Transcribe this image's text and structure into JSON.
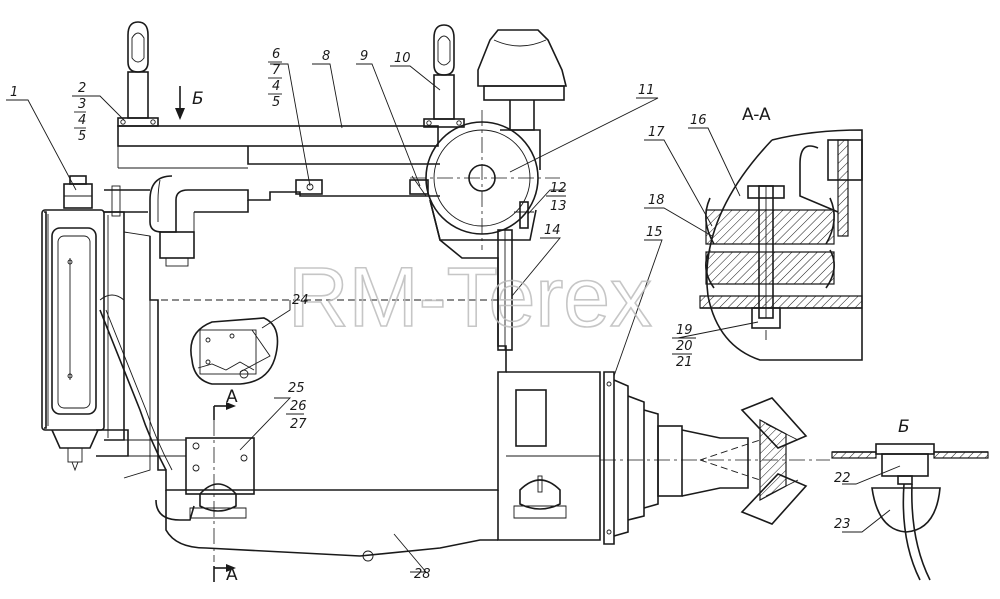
{
  "callouts": {
    "c1": "1",
    "c2": "2",
    "c3": "3",
    "c4": "4",
    "c5": "5",
    "c6": "6",
    "c7": "7",
    "c4b": "4",
    "c5b": "5",
    "c8": "8",
    "c9": "9",
    "c10": "10",
    "c11": "11",
    "c12": "12",
    "c13": "13",
    "c14": "14",
    "c15": "15",
    "c16": "16",
    "c17": "17",
    "c18": "18",
    "c19": "19",
    "c20": "20",
    "c21": "21",
    "c22": "22",
    "c23": "23",
    "c24": "24",
    "c25": "25",
    "c26": "26",
    "c27": "27",
    "c28": "28"
  },
  "labels": {
    "view_b_arrow": "Б",
    "view_b_title": "Б",
    "section_aa_title": "A-A",
    "section_a_top": "A",
    "section_a_bottom": "A"
  },
  "watermark": "RM-Terex"
}
